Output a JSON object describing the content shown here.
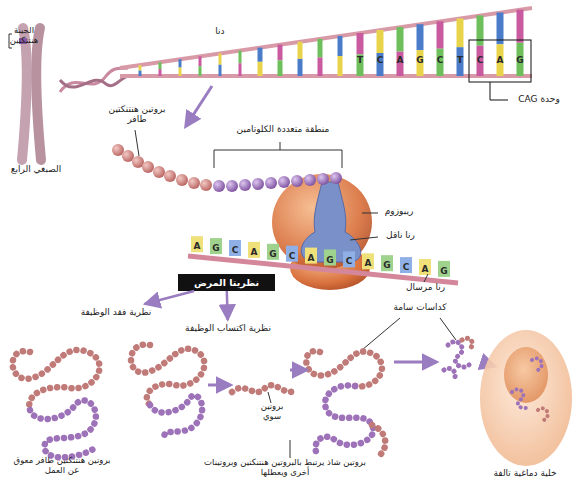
{
  "diagram": {
    "nodes": [
      {
        "text": [
          "نظريتا المرض"
        ]
      },
      {
        "text": [
          "نظرية فقد الوظيفة"
        ]
      },
      {
        "text": [
          "نظرية اكتساب الوظيفة"
        ]
      }
    ],
    "edges": [
      {
        "from": 0,
        "to": 1,
        "arrow": "to"
      },
      {
        "from": 0,
        "to": 2,
        "arrow": "to"
      }
    ],
    "labels": [
      "الجينة هنتنكتين",
      "دنا",
      "الصبغي الرابع",
      "بروتين هنتنكتين طافر",
      "منطقة متعددة الكلوتامين",
      "ريبوزوم",
      "رنا ناقل",
      "رنا مرسال",
      "وحدة CAG",
      "كداسات سامة",
      "بروتين سوي",
      "بروتين هنتنكتين طافر معوق عن العمل",
      "بروتين شاذ يرتبط بالبروتين هنتنكتين وبروتينات أخرى ويعطلها",
      "خلية دماغية تالفة",
      "T",
      "C",
      "A",
      "G",
      "C",
      "T",
      "C",
      "A",
      "G",
      "A",
      "G",
      "C",
      "A",
      "G",
      "C",
      "A",
      "G",
      "C",
      "A",
      "G",
      "C",
      "A",
      "G"
    ]
  }
}
